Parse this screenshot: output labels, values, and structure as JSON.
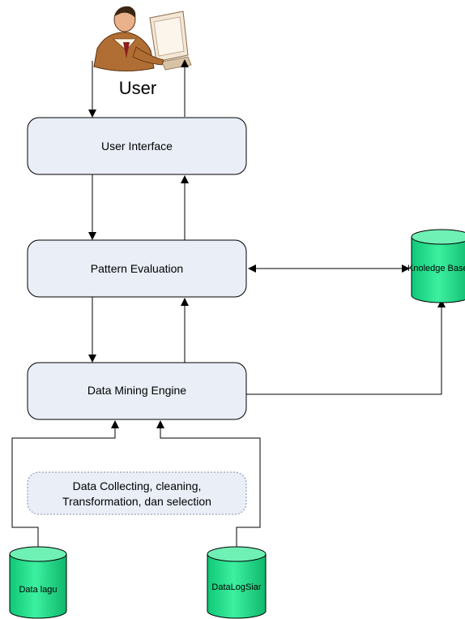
{
  "user": {
    "label": "User",
    "icon": "user-at-computer-icon"
  },
  "boxes": {
    "user_interface": "User Interface",
    "pattern_evaluation": "Pattern Evaluation",
    "data_mining_engine": "Data Mining Engine",
    "preprocessing_line1": "Data Collecting, cleaning,",
    "preprocessing_line2": "Transformation, dan selection"
  },
  "databases": {
    "knowledge_base": "Knoledge Base",
    "data_lagu": "Data lagu",
    "data_log_siar": "DataLogSiar"
  },
  "colors": {
    "box_fill": "#e9eef7",
    "box_stroke": "#000000",
    "cylinder_fill": "#19e28a",
    "cylinder_top": "#6ff0b4",
    "dotted_box_fill": "#e9eef7",
    "dotted_box_stroke": "#7f8fa8"
  }
}
